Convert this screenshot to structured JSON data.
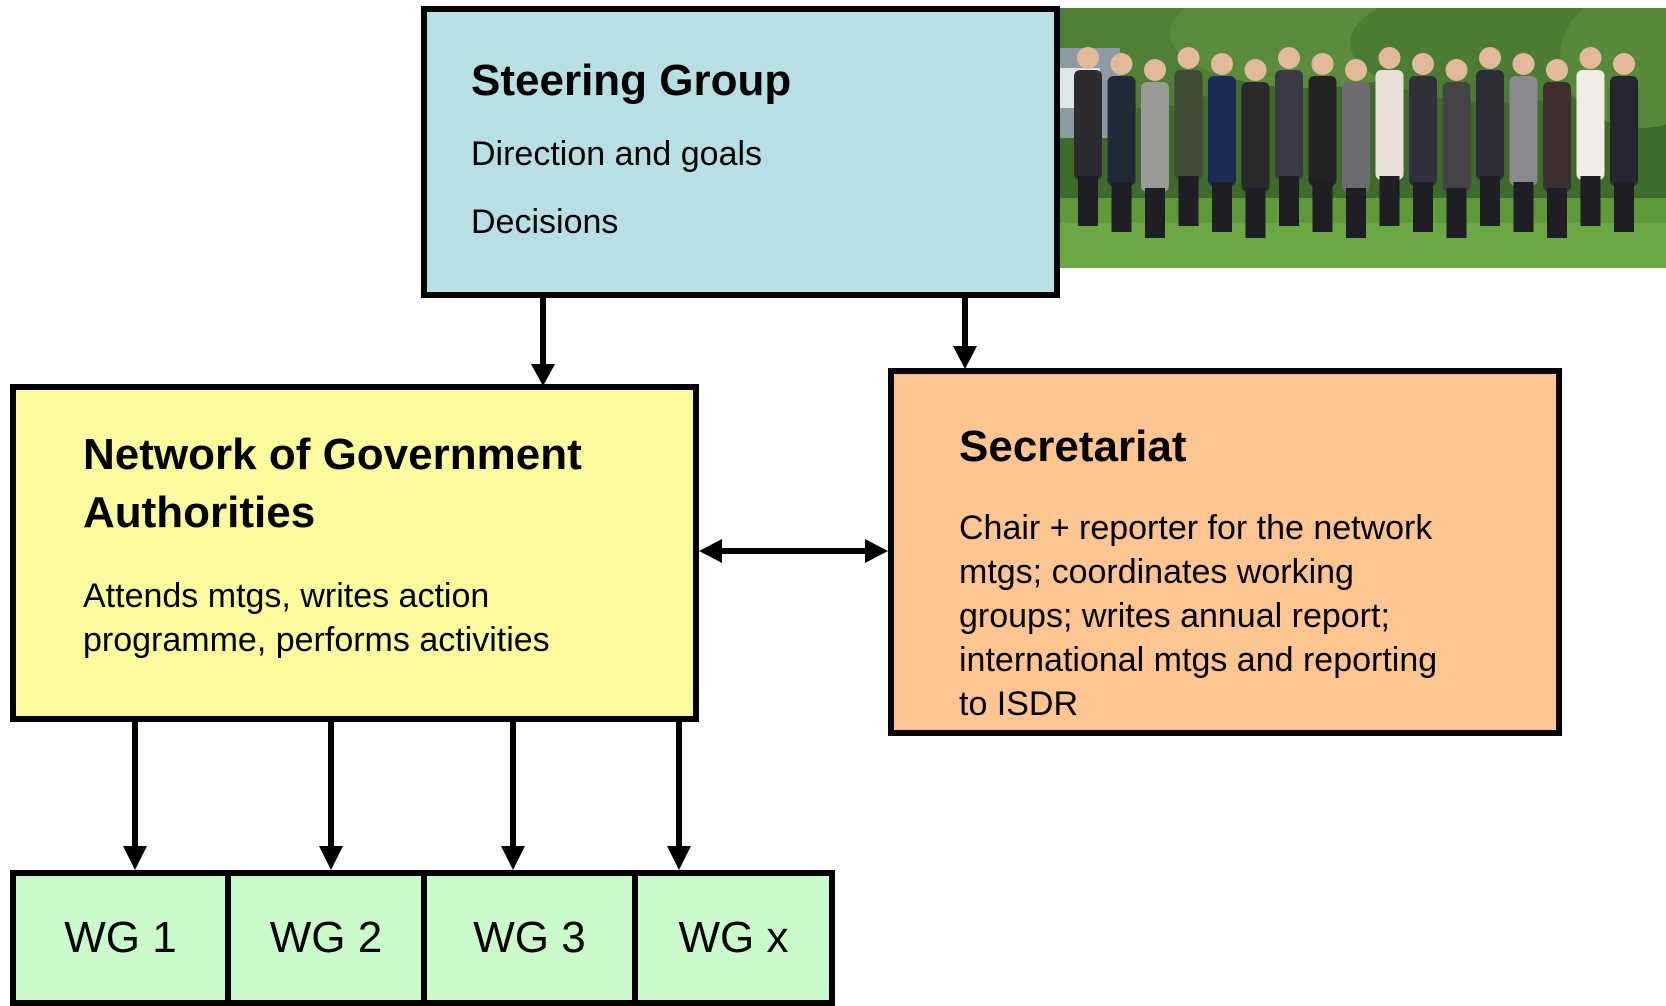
{
  "colors": {
    "steering": "#b8dfe3",
    "network": "#fbfa9d",
    "secretariat": "#fdc592",
    "working_group": "#cbfbcb",
    "outline": "#000000"
  },
  "steering_group": {
    "title": "Steering Group",
    "lines": [
      "Direction and goals",
      "Decisions"
    ]
  },
  "network": {
    "title_lines": [
      "Network of Government",
      "Authorities"
    ],
    "lines": [
      "Attends mtgs, writes action",
      "programme,  performs activities"
    ]
  },
  "secretariat": {
    "title": "Secretariat",
    "lines": [
      "Chair + reporter for the network",
      "mtgs; coordinates working",
      "groups;  writes annual report;",
      "international mtgs and reporting",
      "to ISDR"
    ]
  },
  "working_groups": [
    "WG 1",
    "WG 2",
    "WG 3",
    "WG x"
  ],
  "photo": {
    "icon": "group-photo-icon"
  }
}
